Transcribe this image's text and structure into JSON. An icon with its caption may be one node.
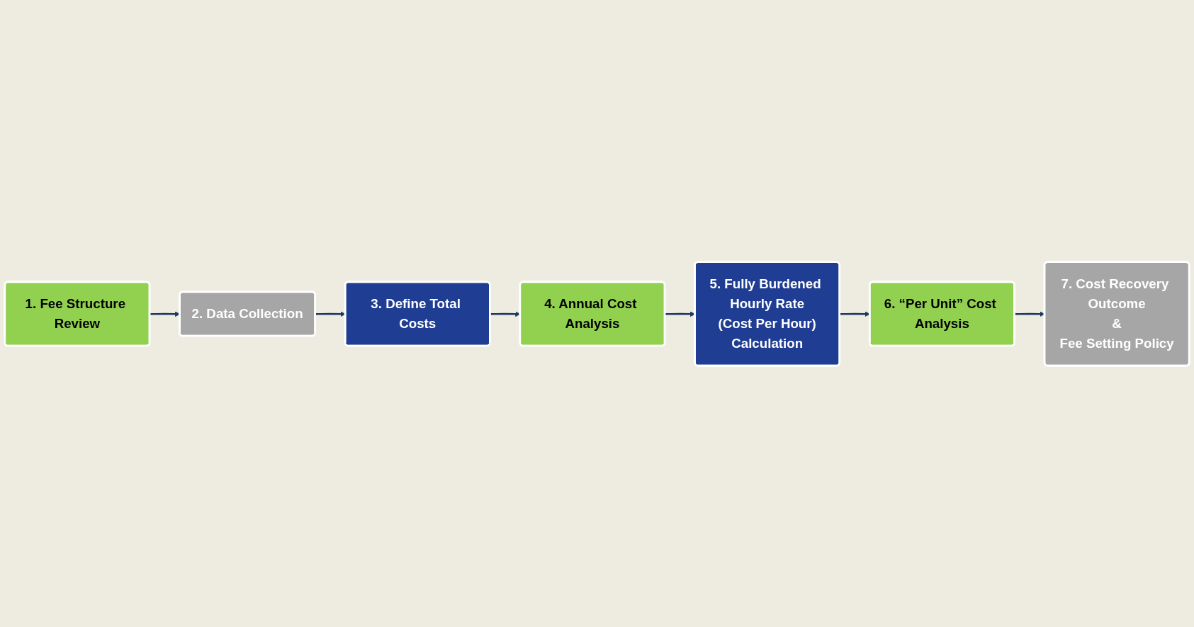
{
  "diagram": {
    "nodes": [
      {
        "text": [
          "1. Fee Structure Review"
        ]
      },
      {
        "text": [
          "2. Data Collection"
        ]
      },
      {
        "text": [
          "3. Define Total Costs"
        ]
      },
      {
        "text": [
          "4. Annual Cost Analysis"
        ]
      },
      {
        "text": [
          "5. Fully Burdened Hourly Rate",
          "(Cost Per Hour)",
          "Calculation"
        ]
      },
      {
        "text": [
          "6. “Per Unit” Cost Analysis"
        ]
      },
      {
        "text": [
          "7. Cost Recovery Outcome",
          "&",
          "Fee Setting Policy"
        ]
      }
    ],
    "edges": [
      {
        "from": 0,
        "to": 1,
        "arrow": "to"
      },
      {
        "from": 1,
        "to": 2,
        "arrow": "to"
      },
      {
        "from": 2,
        "to": 3,
        "arrow": "to"
      },
      {
        "from": 3,
        "to": 4,
        "arrow": "to"
      },
      {
        "from": 4,
        "to": 5,
        "arrow": "to"
      },
      {
        "from": 5,
        "to": 6,
        "arrow": "to"
      }
    ]
  }
}
